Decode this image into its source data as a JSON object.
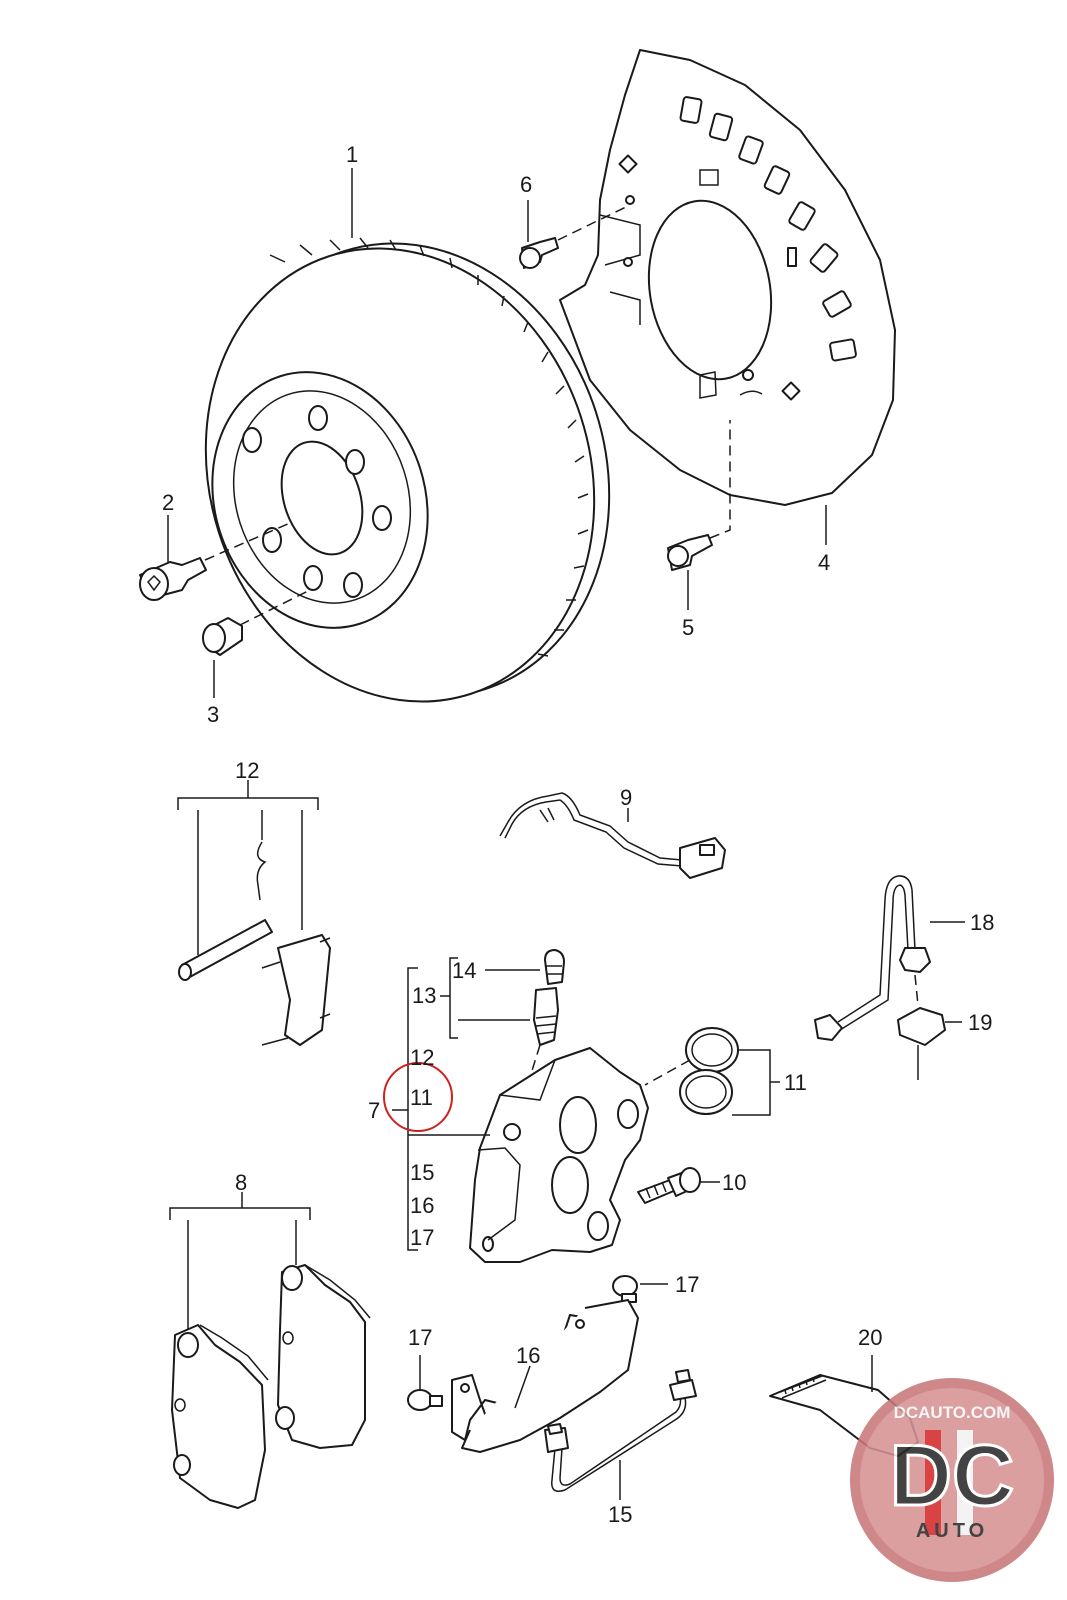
{
  "callouts": {
    "c1": "1",
    "c2": "2",
    "c3": "3",
    "c4": "4",
    "c5": "5",
    "c6": "6",
    "c7": "7",
    "c8": "8",
    "c9": "9",
    "c10": "10",
    "c11_right": "11",
    "c12_top": "12",
    "c13": "13",
    "c14": "14",
    "bracket_12": "12",
    "bracket_11": "11",
    "bracket_15": "15",
    "bracket_16": "16",
    "bracket_17": "17",
    "c15": "15",
    "c16": "16",
    "c17_right": "17",
    "c17_left": "17",
    "c18": "18",
    "c19": "19",
    "c20": "20"
  },
  "highlight": {
    "callout": "11",
    "color": "#cc2222"
  },
  "watermark": {
    "site": "DCAUTO.COM",
    "mark": "DC",
    "sub": "AUTO",
    "colors": {
      "circle": "#c9787a",
      "dark": "#2a2a2a",
      "red": "#d42a2a"
    }
  }
}
